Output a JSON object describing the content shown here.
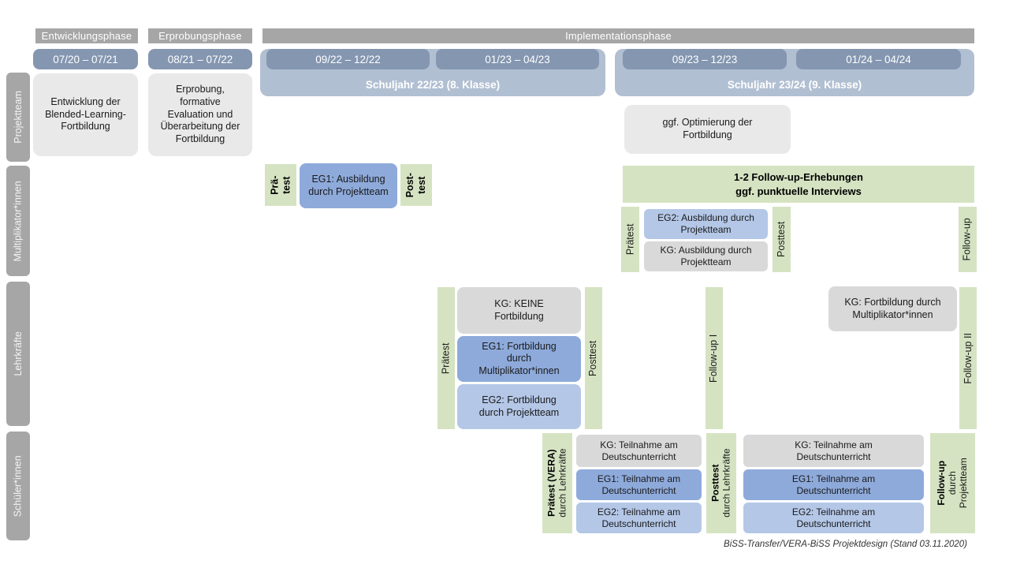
{
  "colors": {
    "phase_bar_gray": "#a6a6a6",
    "row_label_gray": "#a6a6a6",
    "date_pill_blue": "#8496b0",
    "school_year_blue": "#b1bfd2",
    "info_box_gray": "#e9e9e9",
    "kg_box_gray": "#d9d9d9",
    "eg1_box_blue": "#8eaadb",
    "eg2_box_blue": "#b4c7e7",
    "test_strip_green": "#d5e3c2"
  },
  "phases": {
    "entwicklung": "Entwicklungsphase",
    "erprobung": "Erprobungsphase",
    "implementation": "Implementationsphase"
  },
  "dates": {
    "d1": "07/20 – 07/21",
    "d2": "08/21 – 07/22",
    "d3": "09/22 – 12/22",
    "d4": "01/23 – 04/23",
    "d5": "09/23 – 12/23",
    "d6": "01/24 – 04/24"
  },
  "school_years": {
    "sj1": "Schuljahr 22/23 (8. Klasse)",
    "sj2": "Schuljahr 23/24 (9. Klasse)"
  },
  "row_labels": {
    "projektteam": "Projektteam",
    "multiplikatorinnen": "Multiplikator*innen",
    "lehrkraefte": "Lehrkräfte",
    "schuelerinnen": "Schüler*innen"
  },
  "projektteam": {
    "entwicklung_box": "Entwicklung der Blended-Learning-Fortbildung",
    "erprobung_box": "Erprobung, formative Evaluation und Überarbeitung der Fortbildung",
    "optimierung_box": "ggf. Optimierung der Fortbildung"
  },
  "multiplikatoren": {
    "praetest_short_l1": "Prä-",
    "praetest_short_l2": "test",
    "eg1_box": "EG1: Ausbildung durch Projektteam",
    "posttest_short_l1": "Post-",
    "posttest_short_l2": "test",
    "followup_heading_l1": "1-2 Follow-up-Erhebungen",
    "followup_heading_l2": "ggf. punktuelle Interviews",
    "praetest": "Prätest",
    "eg2_box": "EG2: Ausbildung durch Projektteam",
    "kg_box": "KG: Ausbildung durch Projektteam",
    "posttest": "Posttest",
    "followup": "Follow-up"
  },
  "lehrkraefte": {
    "praetest": "Prätest",
    "kg_box": "KG: KEINE Fortbildung",
    "eg1_box": "EG1: Fortbildung durch Multiplikator*innen",
    "eg2_box": "EG2: Fortbildung durch Projektteam",
    "posttest": "Posttest",
    "followup1": "Follow-up I",
    "kg_fortbildung_box": "KG: Fortbildung durch Multiplikator*innen",
    "followup2": "Follow-up II"
  },
  "schueler": {
    "praetest_main": "Prätest (VERA)",
    "praetest_sub": "durch Lehrkräfte",
    "kg_box_1": "KG: Teilnahme am Deutschunterricht",
    "eg1_box_1": "EG1: Teilnahme am Deutschunterricht",
    "eg2_box_1": "EG2: Teilnahme am Deutschunterricht",
    "posttest_main": "Posttest",
    "posttest_sub": "durch Lehrkräfte",
    "kg_box_2": "KG: Teilnahme am Deutschunterricht",
    "eg1_box_2": "EG1: Teilnahme am Deutschunterricht",
    "eg2_box_2": "EG2: Teilnahme am Deutschunterricht",
    "followup_main": "Follow-up",
    "followup_sub1": "durch",
    "followup_sub2": "Projektteam"
  },
  "footer": {
    "caption": "BiSS-Transfer/VERA-BiSS Projektdesign (Stand 03.11.2020)"
  }
}
